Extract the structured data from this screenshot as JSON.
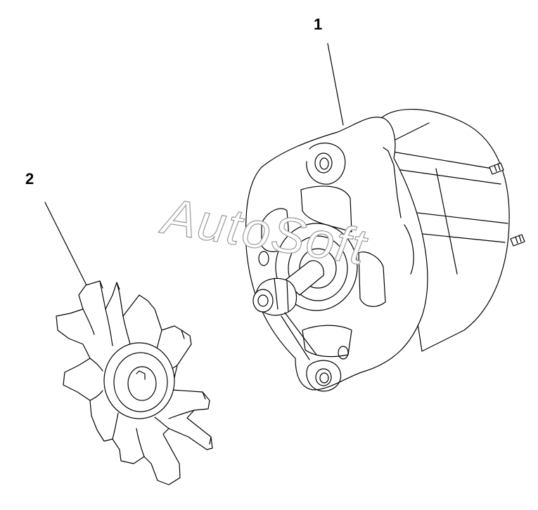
{
  "diagram": {
    "callouts": [
      {
        "id": "1",
        "label": "1"
      },
      {
        "id": "2",
        "label": "2"
      }
    ],
    "watermark": "AutoSoft",
    "colors": {
      "line": "#000000",
      "background": "#ffffff",
      "watermark_outline": "#9a9a9a"
    }
  }
}
